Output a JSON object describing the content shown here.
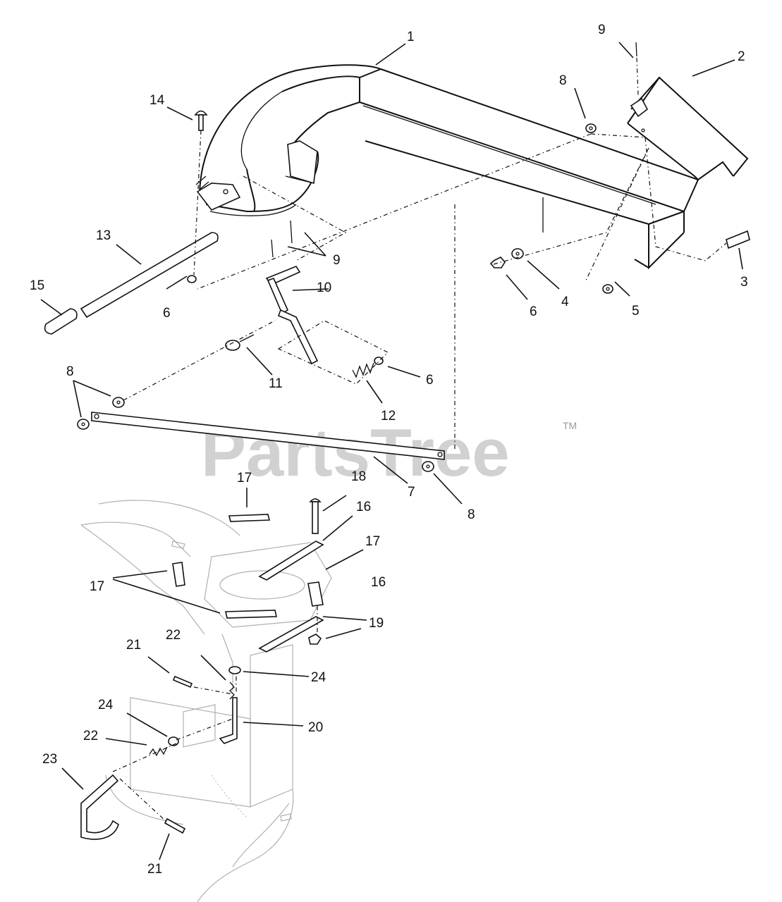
{
  "watermark": {
    "text": "PartsTree",
    "trademark": "TM"
  },
  "callouts": [
    {
      "id": "c1",
      "number": "1"
    },
    {
      "id": "c2",
      "number": "2"
    },
    {
      "id": "c3",
      "number": "3"
    },
    {
      "id": "c4",
      "number": "4"
    },
    {
      "id": "c5",
      "number": "5"
    },
    {
      "id": "c6a",
      "number": "6"
    },
    {
      "id": "c6b",
      "number": "6"
    },
    {
      "id": "c6c",
      "number": "6"
    },
    {
      "id": "c7",
      "number": "7"
    },
    {
      "id": "c8a",
      "number": "8"
    },
    {
      "id": "c8b",
      "number": "8"
    },
    {
      "id": "c8c",
      "number": "8"
    },
    {
      "id": "c9a",
      "number": "9"
    },
    {
      "id": "c9b",
      "number": "9"
    },
    {
      "id": "c10",
      "number": "10"
    },
    {
      "id": "c11",
      "number": "11"
    },
    {
      "id": "c12",
      "number": "12"
    },
    {
      "id": "c13",
      "number": "13"
    },
    {
      "id": "c14",
      "number": "14"
    },
    {
      "id": "c15",
      "number": "15"
    },
    {
      "id": "c16a",
      "number": "16"
    },
    {
      "id": "c16b",
      "number": "16"
    },
    {
      "id": "c17a",
      "number": "17"
    },
    {
      "id": "c17b",
      "number": "17"
    },
    {
      "id": "c17c",
      "number": "17"
    },
    {
      "id": "c18",
      "number": "18"
    },
    {
      "id": "c19",
      "number": "19"
    },
    {
      "id": "c20",
      "number": "20"
    },
    {
      "id": "c21a",
      "number": "21"
    },
    {
      "id": "c21b",
      "number": "21"
    },
    {
      "id": "c22a",
      "number": "22"
    },
    {
      "id": "c22b",
      "number": "22"
    },
    {
      "id": "c23",
      "number": "23"
    },
    {
      "id": "c24a",
      "number": "24"
    },
    {
      "id": "c24b",
      "number": "24"
    }
  ]
}
